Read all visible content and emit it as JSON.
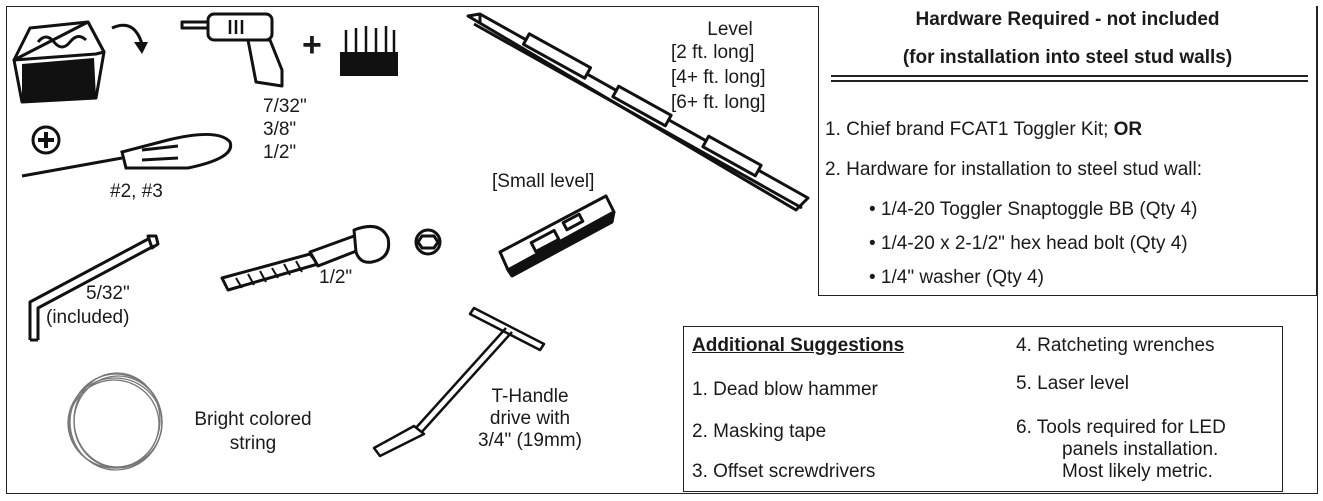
{
  "tools": {
    "drill_bits": [
      "7/32\"",
      "3/8\"",
      "1/2\""
    ],
    "drill_plus": "+",
    "screwdriver_symbol": "+",
    "screwdriver_sizes": "#2, #3",
    "level_title": "Level",
    "level_lengths": [
      "[2 ft. long]",
      "[4+ ft. long]",
      "[6+ ft. long]"
    ],
    "small_level": "[Small level]",
    "hex_key_size": "5/32\"",
    "hex_key_note": "(included)",
    "socket_size": "1/2\"",
    "string_label": [
      "Bright colored",
      "string"
    ],
    "t_handle_label": [
      "T-Handle",
      "drive with",
      "3/4\" (19mm)"
    ]
  },
  "hardware": {
    "title_line1": "Hardware Required - not included",
    "title_line2": "(for installation into steel stud walls)",
    "item1_text": "1. Chief brand FCAT1 Toggler Kit; ",
    "item1_emphasis": "OR",
    "item2": "2. Hardware for installation to steel stud wall:",
    "bullets": [
      "• 1/4-20 Toggler Snaptoggle BB (Qty 4)",
      "• 1/4-20 x 2-1/2\" hex head bolt (Qty 4)",
      "• 1/4\" washer (Qty 4)"
    ]
  },
  "suggestions": {
    "title": "Additional Suggestions",
    "items_left": [
      "1. Dead blow hammer",
      "2. Masking tape",
      "3. Offset screwdrivers"
    ],
    "item4": "4. Ratcheting wrenches",
    "item5": "5. Laser level",
    "item6_lines": [
      "6. Tools required for LED",
      "panels installation.",
      "Most likely metric."
    ]
  },
  "icons": [
    "toolbox-icon",
    "drill-icon",
    "drill-bits-icon",
    "screwdriver-icon",
    "level-icon",
    "small-level-icon",
    "hex-key-icon",
    "ratchet-icon",
    "socket-icon",
    "string-coil-icon",
    "t-handle-icon"
  ]
}
